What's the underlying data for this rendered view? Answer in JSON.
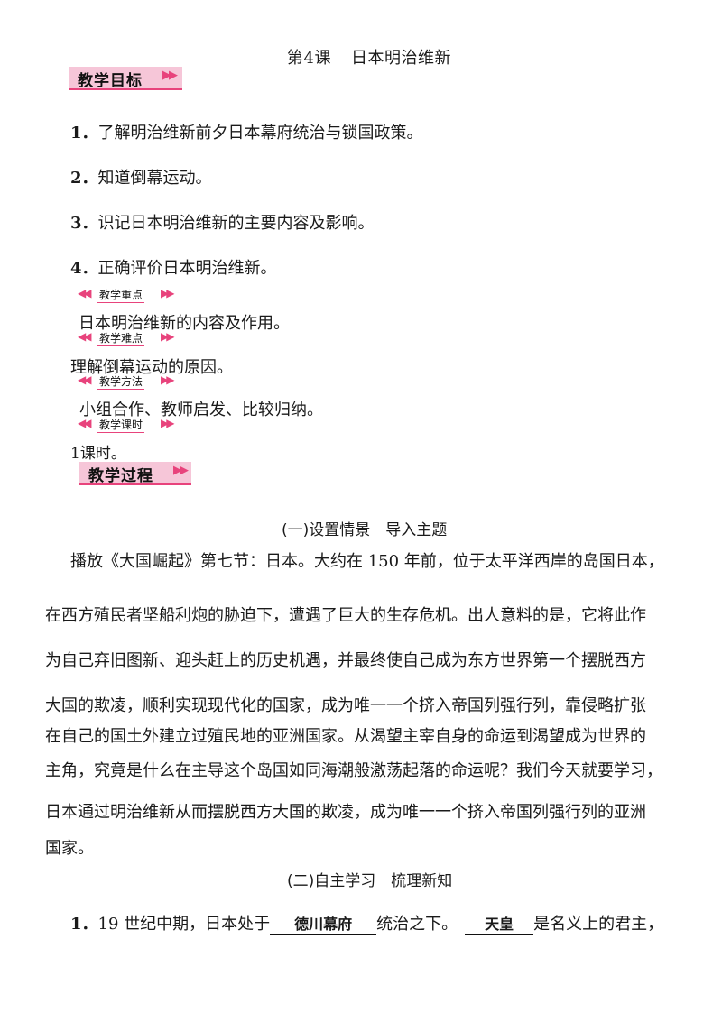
{
  "lesson": {
    "number": "第4课",
    "name": "日本明治维新"
  },
  "objectives": {
    "heading": "教学目标",
    "items": [
      {
        "num": "1．",
        "text": "了解明治维新前夕日本幕府统治与锁国政策。"
      },
      {
        "num": "2．",
        "text": "知道倒幕运动。"
      },
      {
        "num": "3．",
        "text": "识记日本明治维新的主要内容及影响。"
      },
      {
        "num": "4．",
        "text": "正确评价日本明治维新。"
      }
    ]
  },
  "key_points": {
    "heading": "教学重点",
    "text": "日本明治维新的内容及作用。"
  },
  "difficulties": {
    "heading": "教学难点",
    "text": "理解倒幕运动的原因。"
  },
  "methods": {
    "heading": "教学方法",
    "text": "小组合作、教师启发、比较归纳。"
  },
  "hours": {
    "heading": "教学课时",
    "text": "1课时。"
  },
  "process": {
    "heading": "教学过程"
  },
  "part1": {
    "heading": "(一)设置情景　导入主题",
    "lines": [
      "播放《大国崛起》第七节：日本。大约在 150 年前，位于太平洋西岸的岛国日本，",
      "在西方殖民者坚船利炮的胁迫下，遭遇了巨大的生存危机。出人意料的是，它将此作",
      "为自己弃旧图新、迎头赶上的历史机遇，并最终使自己成为东方世界第一个摆脱西方",
      "大国的欺凌，顺利实现现代化的国家，成为唯一一个挤入帝国列强行列，靠侵略扩张",
      "在自己的国土外建立过殖民地的亚洲国家。从渴望主宰自身的命运到渴望成为世界的",
      "主角，究竟是什么在主导这个岛国如同海潮般激荡起落的命运呢？我们今天就要学习，",
      "日本通过明治维新从而摆脱西方大国的欺凌，成为唯一一个挤入帝国列强行列的亚洲",
      "国家。"
    ]
  },
  "part2": {
    "heading": "(二)自主学习　梳理新知",
    "q1": {
      "num": "1．",
      "seg1": "19 世纪中期，日本处于",
      "blank1": "德川幕府",
      "seg2": "统治之下。",
      "blank2": "天皇",
      "seg3": "是名义上的君主，"
    }
  }
}
